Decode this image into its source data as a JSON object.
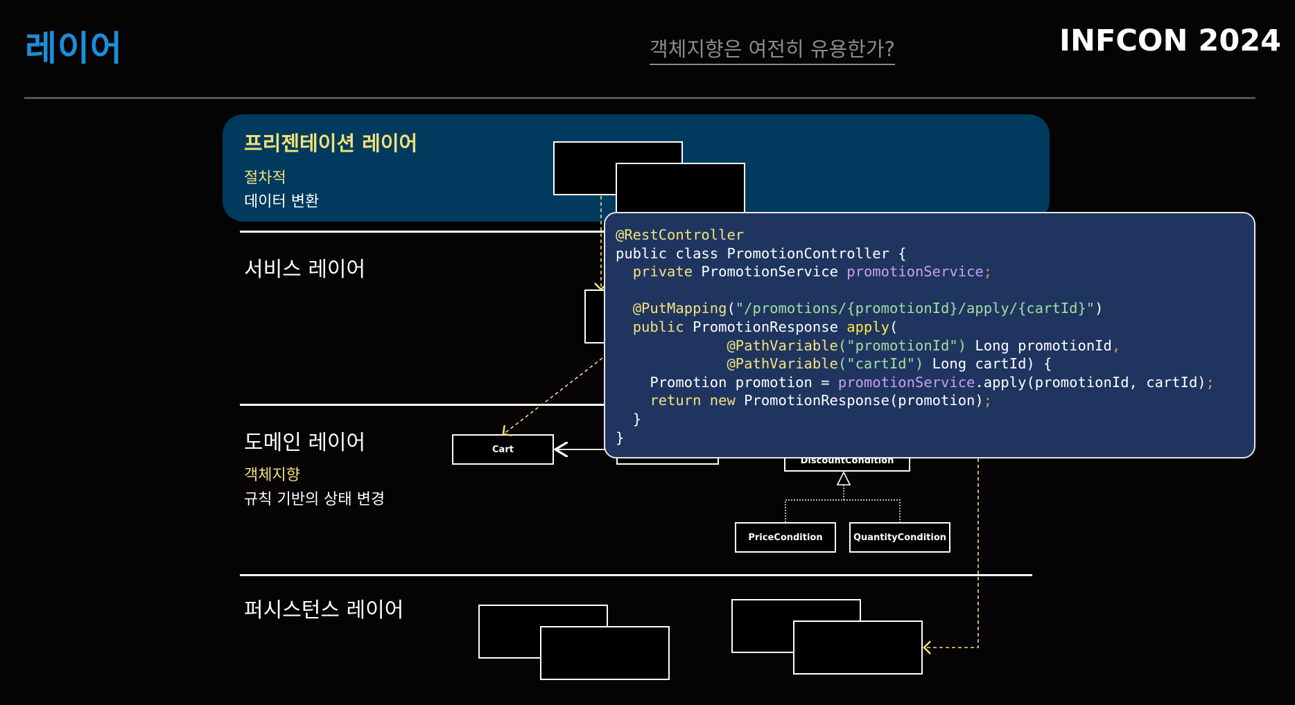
{
  "header": {
    "title": "레이어",
    "subtitle": "객체지향은 여전히 유용한가?",
    "logo": "INFCON 2024"
  },
  "layers": {
    "presentation": {
      "title": "프리젠테이션 레이어",
      "desc1": "절차적",
      "desc2": "데이터 변환"
    },
    "service": {
      "title": "서비스 레이어"
    },
    "domain": {
      "title": "도메인 레이어",
      "desc1": "객체지향",
      "desc2": "규칙 기반의 상태 변경"
    },
    "persistence": {
      "title": "퍼시스턴스 레이어"
    }
  },
  "classes": {
    "cart": "Cart",
    "discount_condition": "DiscountCondition",
    "price_condition": "PriceCondition",
    "quantity_condition": "QuantityCondition"
  },
  "code": {
    "line1_annotation": "@RestController",
    "line2": "public class PromotionController {",
    "line3_kw": "private",
    "line3_type": " PromotionService ",
    "line3_field": "promotionService",
    "line3_end": ";",
    "line5_annotation": "@PutMapping",
    "line5_open": "(",
    "line5_string": "\"/promotions/{promotionId}/apply/{cartId}\"",
    "line5_close": ")",
    "line6_kw": "public",
    "line6_type": " PromotionResponse ",
    "line6_method": "apply",
    "line6_open": "(",
    "line7_annotation": "@PathVariable",
    "line7_string": "(\"promotionId\")",
    "line7_rest": " Long promotionId",
    "line7_comma": ",",
    "line8_annotation": "@PathVariable",
    "line8_string": "(\"cartId\")",
    "line8_rest": " Long cartId) {",
    "line9_start": "Promotion promotion = ",
    "line9_field": "promotionService",
    "line9_rest": ".apply(promotionId, cartId)",
    "line9_end": ";",
    "line10_kw": "return new",
    "line10_rest": " PromotionResponse(promotion)",
    "line10_end": ";",
    "line11": "}",
    "line12": "}"
  },
  "colors": {
    "title_blue": "#1a8fd8",
    "panel_blue": "#003a5e",
    "code_bg": "#1f3560",
    "accent_yellow": "#f2e07a"
  }
}
